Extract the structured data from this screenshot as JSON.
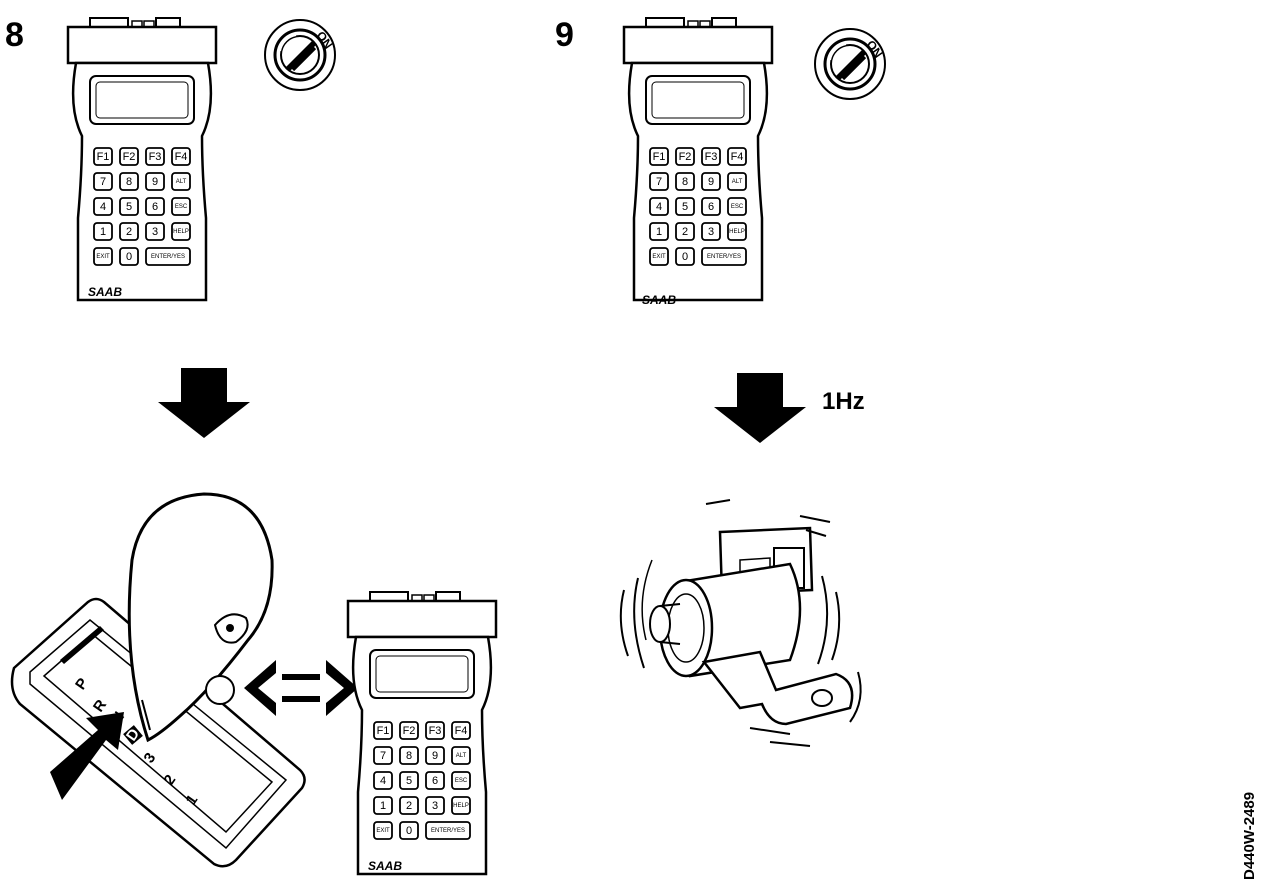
{
  "steps": [
    {
      "number": "8",
      "ignition_label": "ON",
      "tester_brand": "SAAB",
      "selector_gears": [
        "P",
        "R",
        "N",
        "D",
        "3",
        "2",
        "1"
      ],
      "second_tester_brand": "SAAB"
    },
    {
      "number": "9",
      "ignition_label": "ON",
      "tester_brand": "SAAB",
      "frequency_label": "1Hz"
    }
  ],
  "tester_keys": {
    "function_row": [
      "F1",
      "F2",
      "F3",
      "F4"
    ],
    "row1": [
      "7",
      "8",
      "9",
      "ALT"
    ],
    "row2": [
      "4",
      "5",
      "6",
      "ESC"
    ],
    "row3": [
      "1",
      "2",
      "3",
      "HELP"
    ],
    "row4": [
      "EXIT",
      "0",
      "ENTER/YES"
    ]
  },
  "reference_code": "D440W-2489"
}
